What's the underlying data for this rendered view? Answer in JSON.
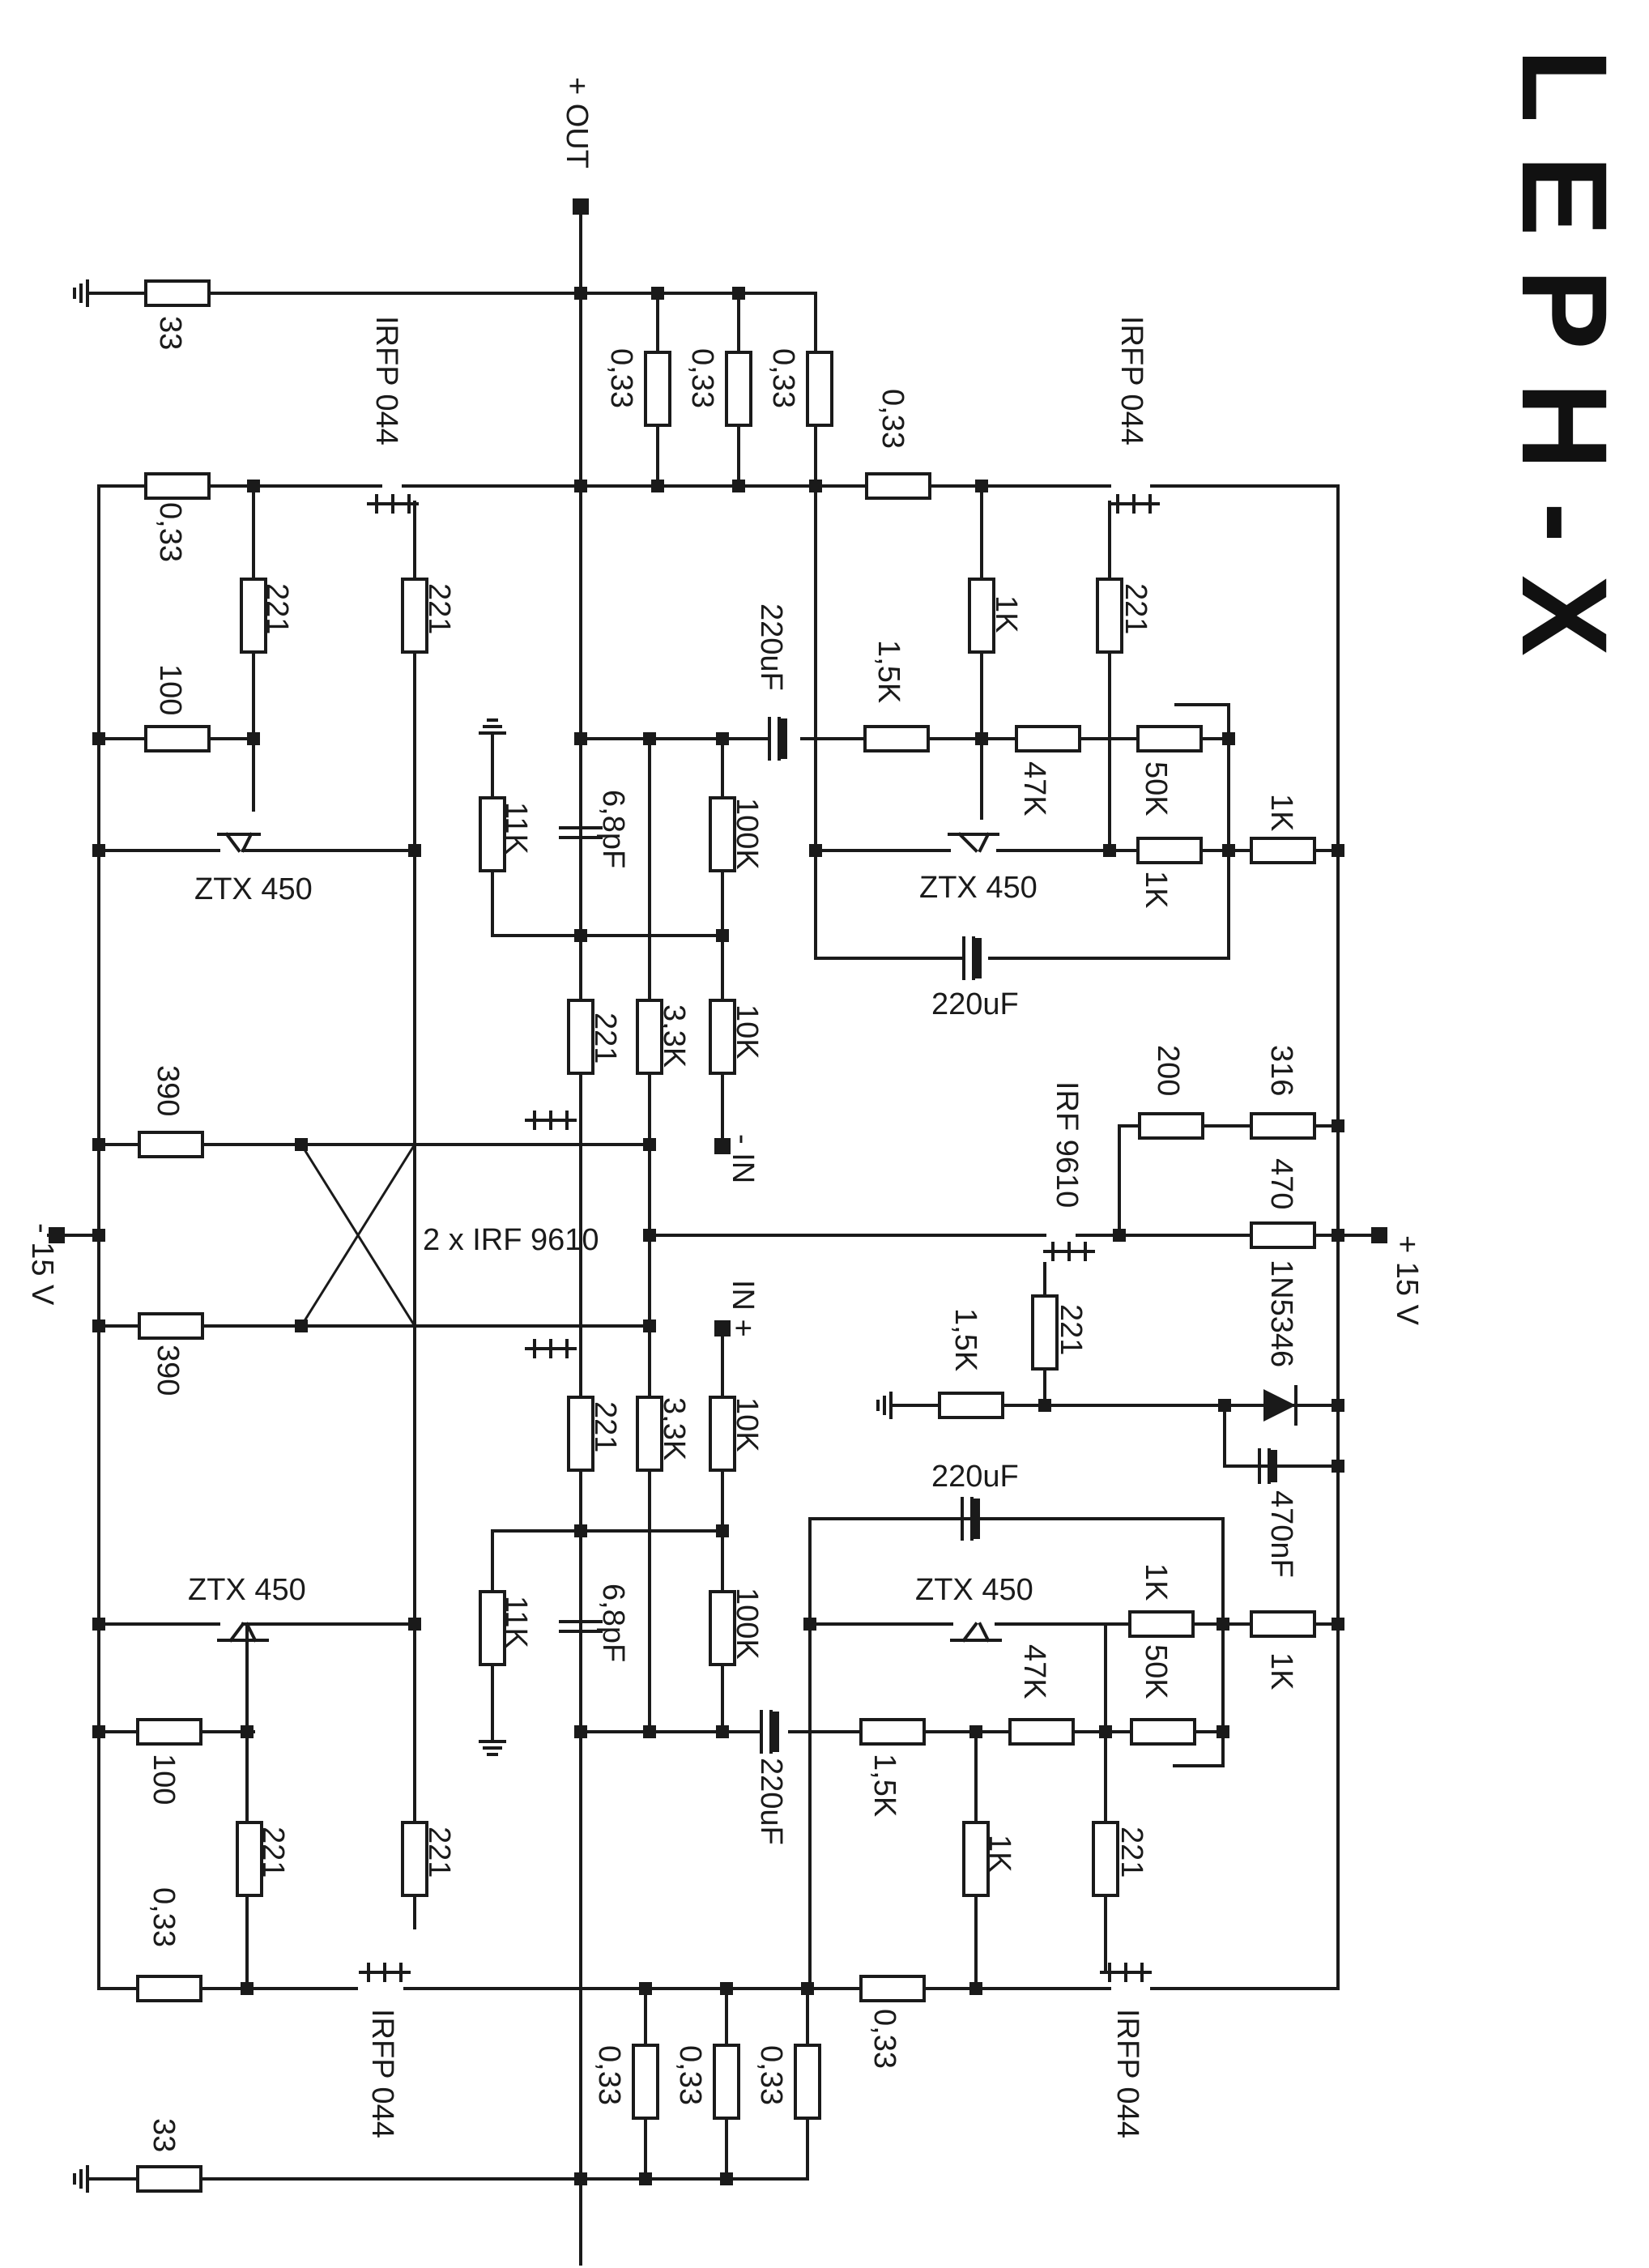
{
  "title": "LEPH-X",
  "nets": {
    "out_plus": "+ OUT",
    "in_minus": "- IN",
    "in_plus": "IN +",
    "supply_pos": "+ 15 V",
    "supply_neg": "- 15 V"
  },
  "components": {
    "top": {
      "r_gnd": "33",
      "q_left": "IRFP 044",
      "q_right": "IRFP 044",
      "r_par1": "0,33",
      "r_par2": "0,33",
      "r_par3": "0,33",
      "r_src": "0,33",
      "r_left_033": "0,33",
      "r_left_221a": "221",
      "r_left_221b": "221",
      "r_left_100": "100",
      "bjt_left": "ZTX 450",
      "c_220_top": "220uF",
      "r_15k": "1,5K",
      "r_1k_v": "1K",
      "r_221_right": "221",
      "r_47k": "47K",
      "pot_50k": "50K",
      "r_1k_h": "1K",
      "r_1k_rail": "1K",
      "bjt_right": "ZTX 450",
      "c_220_fb": "220uF",
      "r_11k": "11K",
      "c_68pf": "6,8pF",
      "r_100k": "100K",
      "r_221_gate": "221",
      "r_33k": "3,3K",
      "r_10k": "10K"
    },
    "middle": {
      "r_390_top": "390",
      "r_390_bot": "390",
      "pair": "2 x IRF 9610",
      "q_source": "IRF 9610",
      "pot_200": "200",
      "r_316": "316",
      "r_470": "470",
      "r_221": "221",
      "r_15k": "1,5K",
      "diode": "1N5346",
      "c_470nf": "470nF"
    },
    "bottom": {
      "r_221_gate": "221",
      "r_33k": "3,3K",
      "r_10k": "10K",
      "c_220_fb": "220uF",
      "bjt_left": "ZTX 450",
      "bjt_right": "ZTX 450",
      "r_1k_h": "1K",
      "r_47k": "47K",
      "pot_50k": "50K",
      "r_1k_rail": "1K",
      "r_11k": "11K",
      "c_68pf": "6,8pF",
      "r_100k": "100K",
      "c_220_in": "220uF",
      "r_15k": "1,5K",
      "r_left_100": "100",
      "r_left_221a": "221",
      "r_left_221b": "221",
      "r_1k_v": "1K",
      "r_221_right": "221",
      "r_left_033": "0,33",
      "r_src": "0,33",
      "r_par1": "0,33",
      "r_par2": "0,33",
      "r_par3": "0,33",
      "q_left": "IRFP 044",
      "q_right": "IRFP 044",
      "r_gnd": "33"
    }
  }
}
